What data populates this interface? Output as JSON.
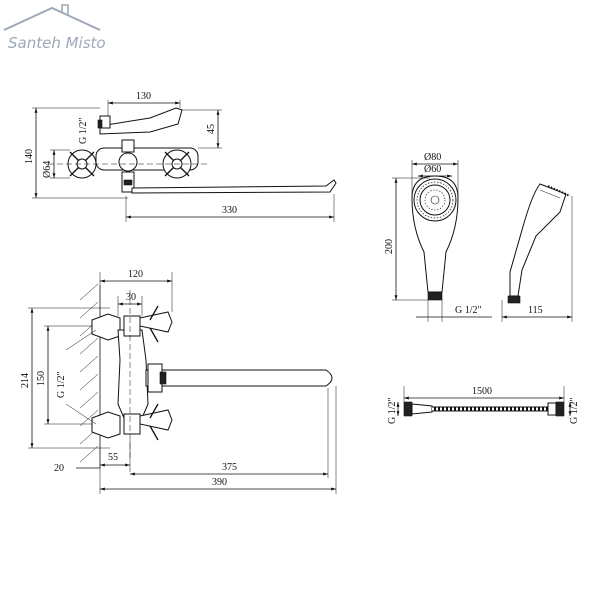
{
  "logo": {
    "text": "Santeh Misto",
    "color": "#9ea8b8"
  },
  "front_view": {
    "width_top": "130",
    "thread": "G 1/2\"",
    "handle_height": "45",
    "total_height": "140",
    "diameter": "Ø64",
    "spout_length": "330"
  },
  "side_view": {
    "depth": "120",
    "offset": "30",
    "height_total": "214",
    "height_centers": "150",
    "thread": "G 1/2\"",
    "wall": "20",
    "inlet": "55",
    "spout_reach": "375",
    "total_reach": "390"
  },
  "shower_head": {
    "outer_diameter": "Ø80",
    "inner_diameter": "Ø60",
    "length": "200",
    "thread": "G 1/2\"",
    "side_depth": "115"
  },
  "hose": {
    "length": "1500",
    "thread_left": "G 1/2\"",
    "thread_right": "G 1/2\""
  }
}
